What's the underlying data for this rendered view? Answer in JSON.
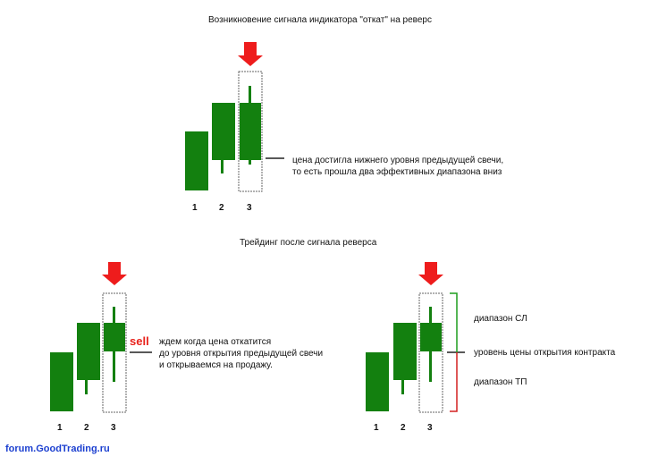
{
  "title_top": "Возникновение сигнала индикатора \"откат\" на реверс",
  "note_top": [
    "цена достигла нижнего уровня предыдущей свечи,",
    "то есть прошла два эффективных диапазона вниз"
  ],
  "title_bottom": "Трейдинг после сигнала реверса",
  "sell_label": "sell",
  "note_left": [
    "ждем когда цена откатится",
    "до уровня открытия предыдущей свечи",
    "и открываемся на продажу."
  ],
  "range_sl": "диапазон СЛ",
  "range_open": "уровень цены открытия контракта",
  "range_tp": "диапазон ТП",
  "candle_numbers": [
    "1",
    "2",
    "3"
  ],
  "watermark": "forum.GoodTrading.ru",
  "colors": {
    "candle": "#13800f",
    "arrow": "#ee1c1c",
    "box": "#666666",
    "bracket_green": "#1f9d1f",
    "bracket_red": "#d42020"
  }
}
